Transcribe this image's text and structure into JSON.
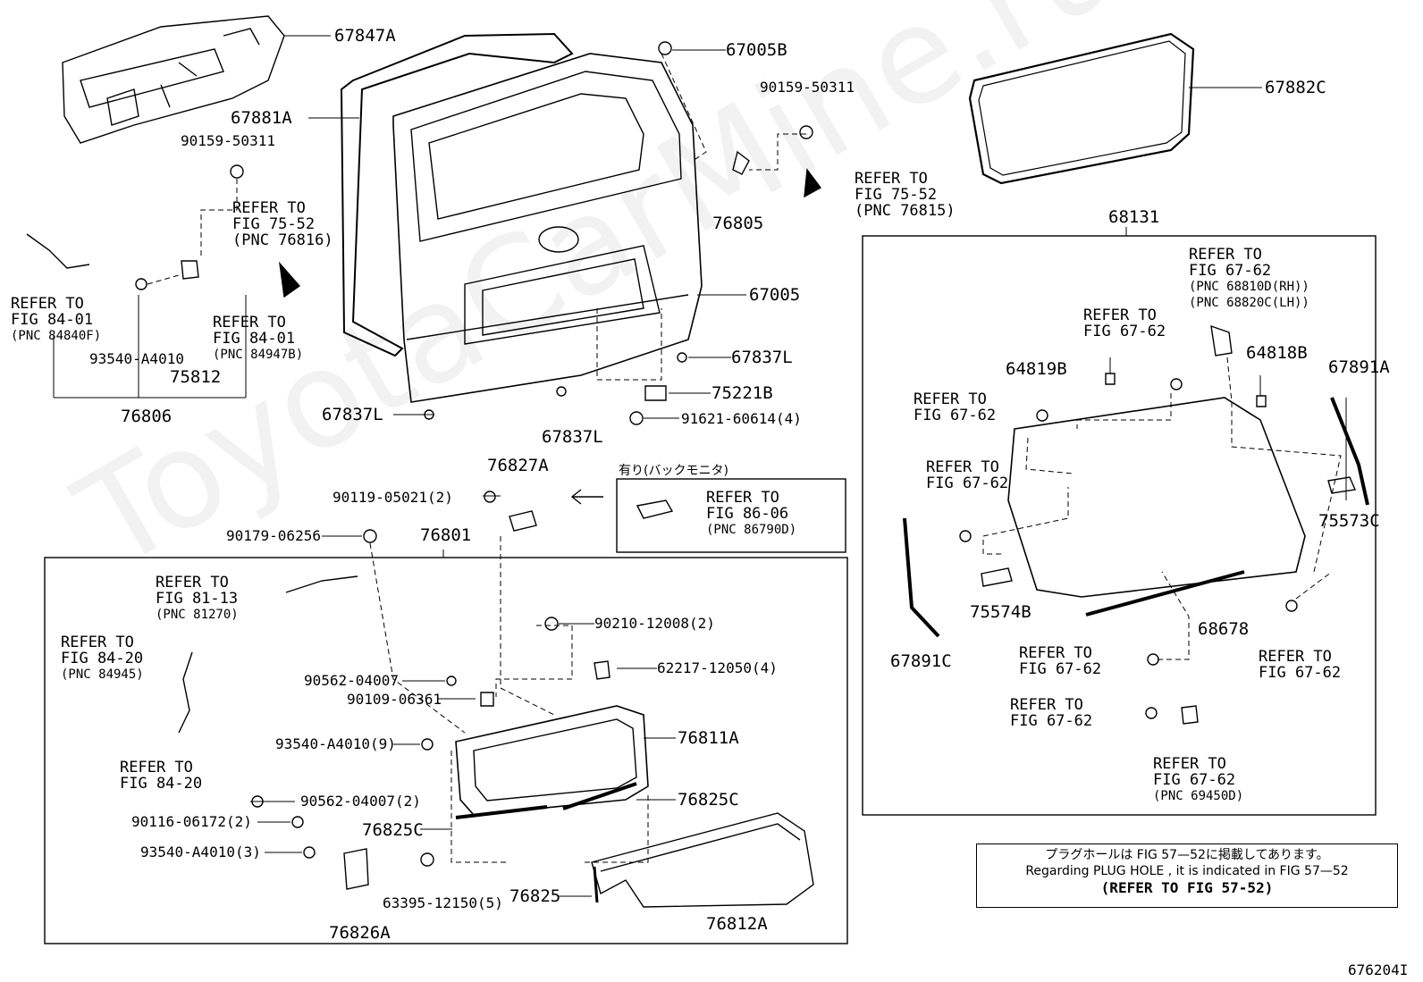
{
  "watermark": "ToyotaCarMine.ru",
  "figure_id": "676204I",
  "callouts": {
    "p67847A": "67847A",
    "p67881A": "67881A",
    "p67005B": "67005B",
    "p90159_a": "90159-50311",
    "p90159_b": "90159-50311",
    "p67882C": "67882C",
    "p76805": "76805",
    "p67005": "67005",
    "p67837L_a": "67837L",
    "p67837L_b": "67837L",
    "p67837L_c": "67837L",
    "p75221B": "75221B",
    "p91621": "91621-60614(4)",
    "p93540_a": "93540-A4010",
    "p75812": "75812",
    "p76806": "76806",
    "p68131": "68131",
    "p64819B": "64819B",
    "p64818B": "64818B",
    "p67891A": "67891A",
    "p75573C": "75573C",
    "p75574B": "75574B",
    "p68678": "68678",
    "p67891C": "67891C",
    "p76827A": "76827A",
    "p90119": "90119-05021(2)",
    "p90179": "90179-06256",
    "p76801": "76801",
    "p90210": "90210-12008(2)",
    "p62217": "62217-12050(4)",
    "p90562_a": "90562-04007",
    "p90109": "90109-06361",
    "p93540_b": "93540-A4010(9)",
    "p76811A": "76811A",
    "p90562_b": "90562-04007(2)",
    "p76825C_a": "76825C",
    "p76825C_b": "76825C",
    "p90116": "90116-06172(2)",
    "p93540_c": "93540-A4010(3)",
    "p63395": "63395-12150(5)",
    "p76825": "76825",
    "p76812A": "76812A",
    "p76826A": "76826A"
  },
  "refs": {
    "r1": [
      "REFER TO",
      "FIG 75-52",
      "(PNC 76815)"
    ],
    "r2": [
      "REFER TO",
      "FIG 75-52",
      "(PNC 76816)"
    ],
    "r3": [
      "REFER TO",
      "FIG 84-01",
      "(PNC 84840F)"
    ],
    "r4": [
      "REFER TO",
      "FIG 84-01",
      "(PNC 84947B)"
    ],
    "r5": [
      "REFER TO",
      "FIG 67-62",
      "(PNC 68810D(RH))",
      "(PNC 68820C(LH))"
    ],
    "r6": [
      "REFER TO",
      "FIG 67-62"
    ],
    "r7": [
      "REFER TO",
      "FIG 67-62"
    ],
    "r8": [
      "REFER TO",
      "FIG 67-62"
    ],
    "r9": [
      "REFER TO",
      "FIG 67-62"
    ],
    "r10": [
      "REFER TO",
      "FIG 67-62"
    ],
    "r11": [
      "REFER TO",
      "FIG 67-62"
    ],
    "r12": [
      "REFER TO",
      "FIG 67-62",
      "(PNC 69450D)"
    ],
    "r13": [
      "REFER TO",
      "FIG 86-06",
      "(PNC 86790D)"
    ],
    "r14": [
      "REFER TO",
      "FIG 81-13",
      "(PNC 81270)"
    ],
    "r15": [
      "REFER TO",
      "FIG 84-20",
      "(PNC 84945)"
    ],
    "r16": [
      "REFER TO",
      "FIG 84-20"
    ]
  },
  "back_monitor_label": "有り(バックモニタ)",
  "note": {
    "jp": "プラグホールは FIG 57—52に掲載してあります。",
    "en": "Regarding PLUG HOLE , it is indicated in FIG 57—52",
    "ref": "(REFER TO FIG 57-52)"
  }
}
